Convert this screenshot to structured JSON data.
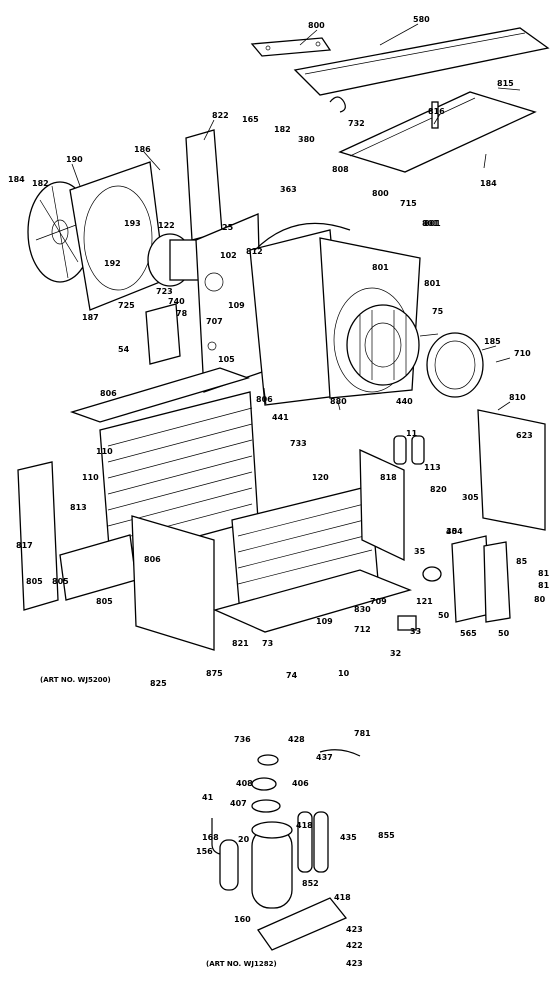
{
  "diagram": {
    "labels": [
      "800",
      "580",
      "815",
      "186",
      "822",
      "165",
      "182",
      "380",
      "732",
      "816",
      "184",
      "190",
      "182",
      "122",
      "25",
      "812",
      "363",
      "808",
      "800",
      "715",
      "801",
      "801",
      "193",
      "192",
      "723",
      "725",
      "740",
      "78",
      "707",
      "109",
      "102",
      "801",
      "75",
      "810",
      "184",
      "54",
      "187",
      "185",
      "806",
      "806",
      "441",
      "440",
      "880",
      "733",
      "818",
      "623",
      "110",
      "120",
      "820",
      "305",
      "304",
      "45",
      "813",
      "817",
      "805",
      "805",
      "806",
      "35",
      "85",
      "81",
      "80",
      "121",
      "50",
      "709",
      "830",
      "712",
      "109",
      "73",
      "74",
      "10",
      "33",
      "32",
      "565",
      "50",
      "875",
      "736",
      "428",
      "437",
      "781",
      "406",
      "408",
      "407",
      "41",
      "418",
      "20",
      "435",
      "855",
      "168",
      "156",
      "852",
      "160",
      "418",
      "423",
      "422",
      "423",
      "710",
      "805",
      "821",
      "825",
      "801",
      "11",
      "113",
      "110",
      "81",
      "105"
    ],
    "art_numbers": [
      "(ART NO. WJ5200)",
      "(ART NO. WJ1282)"
    ]
  }
}
